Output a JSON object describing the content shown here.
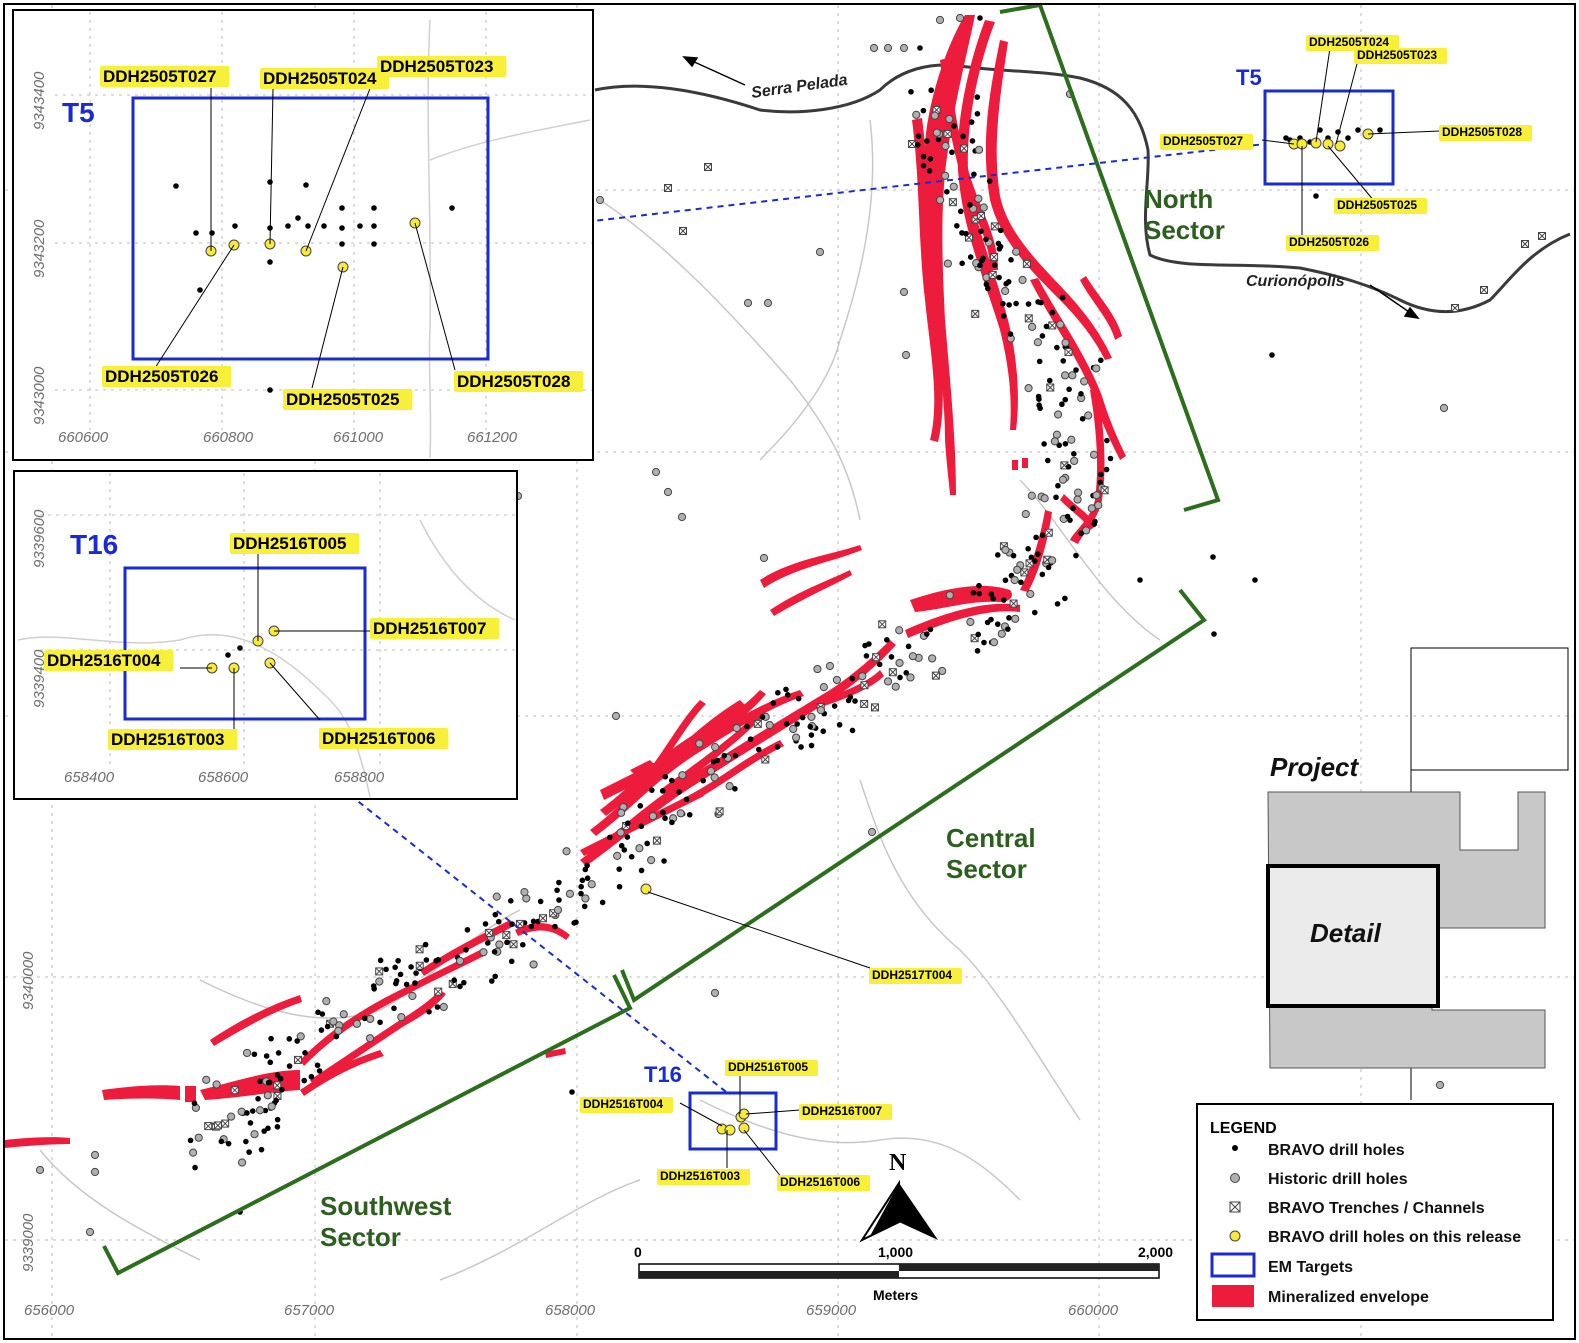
{
  "sectors": {
    "north": [
      "North",
      "Sector"
    ],
    "central": [
      "Central",
      "Sector"
    ],
    "southwest": [
      "Southwest",
      "Sector"
    ]
  },
  "roads": {
    "serra_pelada": "Serra Pelada",
    "curionopolis": "Curionópolis"
  },
  "main_axis": {
    "x_ticks": [
      "656000",
      "657000",
      "658000",
      "659000",
      "660000"
    ],
    "y_ticks": [
      "9339000",
      "9340000"
    ]
  },
  "targets": {
    "t5": "T5",
    "t16": "T16"
  },
  "main_labels": {
    "t5": [
      "DDH2505T024",
      "DDH2505T023",
      "DDH2505T027",
      "DDH2505T028",
      "DDH2505T025",
      "DDH2505T026"
    ],
    "t16": [
      "DDH2516T005",
      "DDH2516T004",
      "DDH2516T007",
      "DDH2516T003",
      "DDH2516T006"
    ],
    "central": "DDH2517T004"
  },
  "inset_t5": {
    "title": "T5",
    "labels": [
      "DDH2505T027",
      "DDH2505T024",
      "DDH2505T023",
      "DDH2505T026",
      "DDH2505T025",
      "DDH2505T028"
    ],
    "x_ticks": [
      "660600",
      "660800",
      "661000",
      "661200"
    ],
    "y_ticks": [
      "9343400",
      "9343200",
      "9343000"
    ]
  },
  "inset_t16": {
    "title": "T16",
    "labels": [
      "DDH2516T005",
      "DDH2516T007",
      "DDH2516T004",
      "DDH2516T003",
      "DDH2516T006"
    ],
    "x_ticks": [
      "658400",
      "658600",
      "658800"
    ],
    "y_ticks": [
      "9339600",
      "9339400"
    ]
  },
  "locator": {
    "title": "Project",
    "detail": "Detail"
  },
  "north_arrow": "N",
  "scale_bar": {
    "ticks": [
      "0",
      "1,000",
      "2,000"
    ],
    "unit": "Meters"
  },
  "legend": {
    "title": "LEGEND",
    "items": [
      {
        "label": "BRAVO drill holes",
        "symbol": "black-dot-icon"
      },
      {
        "label": "Historic drill holes",
        "symbol": "gray-dot-icon"
      },
      {
        "label": "BRAVO Trenches / Channels",
        "symbol": "boxed-x-icon"
      },
      {
        "label": "BRAVO drill holes on this release",
        "symbol": "yellow-dot-icon"
      },
      {
        "label": "EM Targets",
        "symbol": "blue-rectangle-icon"
      },
      {
        "label": "Mineralized envelope",
        "symbol": "red-fill-icon"
      }
    ]
  },
  "colors": {
    "mineralized": "#ee1c3c",
    "em_target": "#1a2bd0",
    "sector_line": "#2c6e1e",
    "release_hole": "#f7ea3a",
    "label_highlight": "#f7ef3a"
  }
}
